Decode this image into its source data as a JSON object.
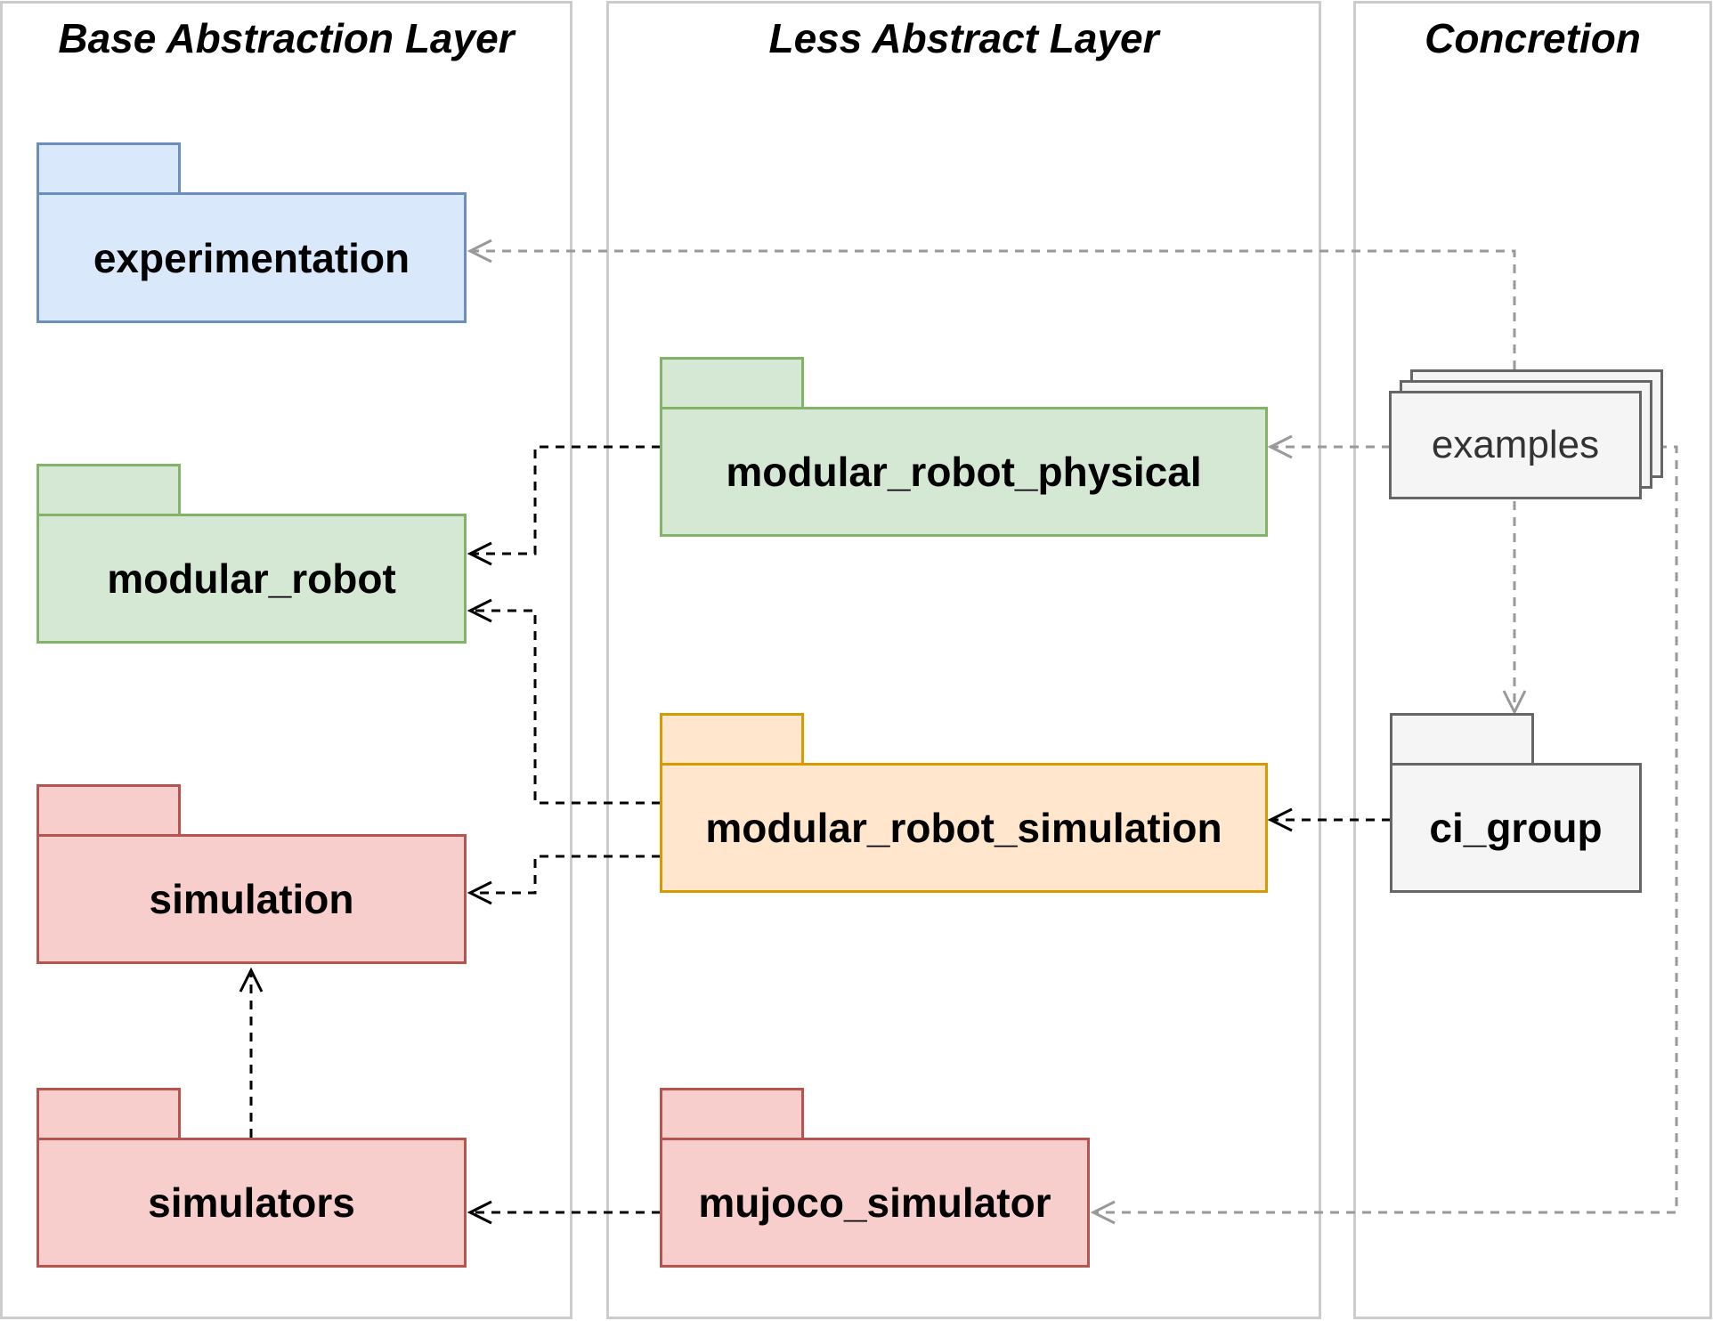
{
  "lanes": {
    "base": {
      "title": "Base Abstraction Layer"
    },
    "less": {
      "title": "Less Abstract Layer"
    },
    "concretion": {
      "title": "Concretion"
    }
  },
  "packages": {
    "experimentation": {
      "label": "experimentation",
      "color": "blue"
    },
    "modular_robot": {
      "label": "modular_robot",
      "color": "green"
    },
    "simulation": {
      "label": "simulation",
      "color": "red"
    },
    "simulators": {
      "label": "simulators",
      "color": "red"
    },
    "modular_robot_physical": {
      "label": "modular_robot_physical",
      "color": "green"
    },
    "modular_robot_simulation": {
      "label": "modular_robot_simulation",
      "color": "orange"
    },
    "mujoco_simulator": {
      "label": "mujoco_simulator",
      "color": "red"
    },
    "ci_group": {
      "label": "ci_group",
      "color": "gray"
    }
  },
  "examples": {
    "label": "examples"
  },
  "colors": {
    "blue_fill": "#dae8fc",
    "blue_stroke": "#6c8ebf",
    "green_fill": "#d5e8d4",
    "green_stroke": "#82b366",
    "red_fill": "#f8cecc",
    "red_stroke": "#b85450",
    "orange_fill": "#ffe6cc",
    "orange_stroke": "#d79b00",
    "gray_fill": "#f5f5f5",
    "gray_stroke": "#666666",
    "dependency_dark": "#000000",
    "dependency_light": "#999999",
    "lane_border": "#cccccc"
  },
  "dependencies": [
    {
      "from": "modular_robot_physical",
      "to": "modular_robot",
      "style": "dark"
    },
    {
      "from": "modular_robot_simulation",
      "to": "modular_robot",
      "style": "dark"
    },
    {
      "from": "modular_robot_simulation",
      "to": "simulation",
      "style": "dark"
    },
    {
      "from": "simulators",
      "to": "simulation",
      "style": "dark"
    },
    {
      "from": "mujoco_simulator",
      "to": "simulators",
      "style": "dark"
    },
    {
      "from": "ci_group",
      "to": "modular_robot_simulation",
      "style": "dark"
    },
    {
      "from": "examples",
      "to": "experimentation",
      "style": "light"
    },
    {
      "from": "examples",
      "to": "modular_robot_physical",
      "style": "light"
    },
    {
      "from": "examples",
      "to": "ci_group",
      "style": "light"
    },
    {
      "from": "examples",
      "to": "mujoco_simulator",
      "style": "light"
    }
  ]
}
